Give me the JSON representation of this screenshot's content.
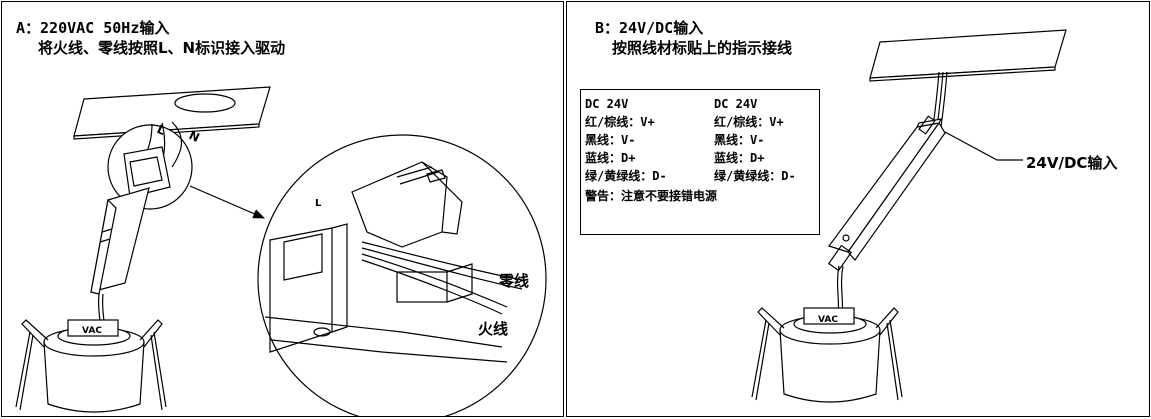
{
  "panel_a": {
    "title": "A：220VAC 50Hz输入",
    "subtitle": "将火线、零线按照L、N标识接入驱动",
    "label_neutral": "零线",
    "label_live": "火线",
    "stamp_l": "L",
    "stamp_n": "N",
    "downlight_mark": "VAC"
  },
  "panel_b": {
    "title": "B：24V/DC输入",
    "subtitle": "按照线材标贴上的指示接线",
    "callout": "24V/DC输入",
    "downlight_mark": "VAC",
    "wiring_left": [
      "DC 24V",
      "红/棕线：V+",
      "黑线：V-",
      "蓝线：D+",
      "绿/黄绿线：D-"
    ],
    "wiring_right": [
      "DC 24V",
      "红/棕线：V+",
      "黑线：V-",
      "蓝线：D+",
      "绿/黄绿线：D-"
    ],
    "warning": "警告：注意不要接错电源"
  }
}
